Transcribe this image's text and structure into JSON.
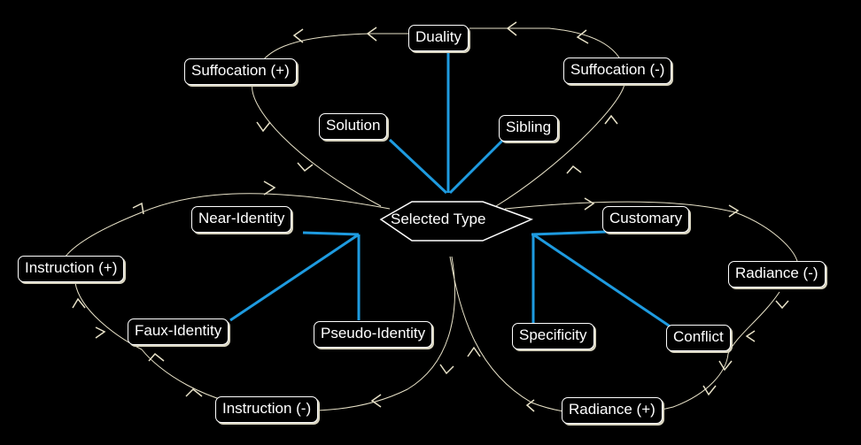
{
  "center": "Selected Type",
  "nodes": {
    "duality": "Duality",
    "suffocation_plus": "Suffocation (+)",
    "suffocation_minus": "Suffocation (-)",
    "solution": "Solution",
    "sibling": "Sibling",
    "near_identity": "Near-Identity",
    "customary": "Customary",
    "instruction_plus": "Instruction (+)",
    "radiance_minus": "Radiance (-)",
    "faux_identity": "Faux-Identity",
    "pseudo_identity": "Pseudo-Identity",
    "specificity": "Specificity",
    "conflict": "Conflict",
    "instruction_minus": "Instruction (-)",
    "radiance_plus": "Radiance (+)"
  },
  "colors": {
    "background": "#000000",
    "connector": "#1e9be0",
    "cycle_line": "#e8e2c8",
    "text": "#ffffff"
  }
}
